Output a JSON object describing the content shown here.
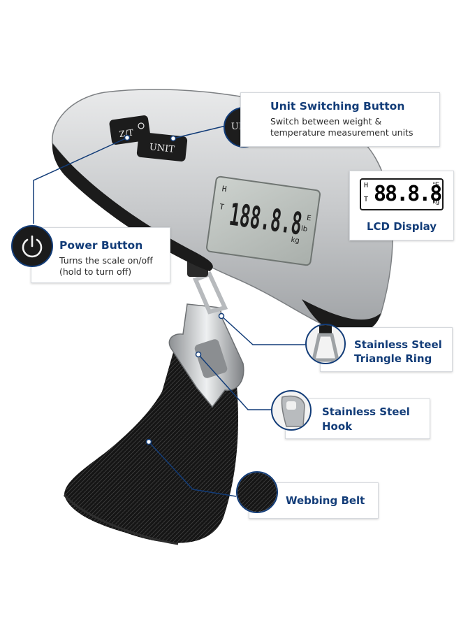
{
  "callouts": {
    "unit_switch": {
      "title": "Unit Switching Button",
      "desc": "Switch between weight & temperature measurement units",
      "icon_label": "UNIT"
    },
    "lcd": {
      "title": "LCD Display",
      "digits": "88.8.8",
      "unit_e": "°E",
      "unit_lb": "lb",
      "unit_kg": "kg",
      "side_h": "H",
      "side_t": "T"
    },
    "power": {
      "title": "Power Button",
      "desc": "Turns the scale on/off (hold to turn off)"
    },
    "ring": {
      "title": "Stainless Steel Triangle Ring"
    },
    "hook": {
      "title": "Stainless Steel Hook"
    },
    "belt": {
      "title": "Webbing Belt"
    }
  },
  "device": {
    "unit_button_label": "UNIT",
    "power_button_label": "Z/T",
    "display_digits": "188.8.8",
    "display_unit_e": "E",
    "display_unit_lb": "lb",
    "display_unit_kg": "kg",
    "display_side_h": "H",
    "display_side_t": "T"
  },
  "colors": {
    "accent": "#123c78",
    "body_silver": "#c9cbcd",
    "body_dark": "#1b1b1b",
    "lcd": "#b9bfba"
  }
}
